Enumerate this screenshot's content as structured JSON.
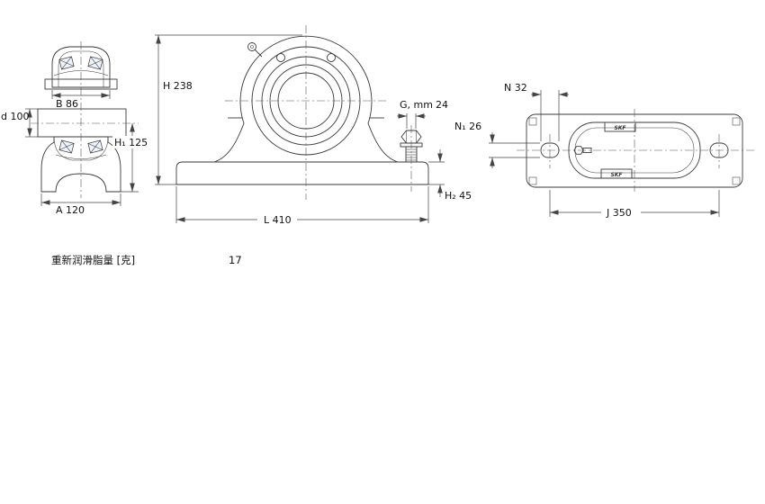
{
  "dimensions": {
    "B": "B 86",
    "d": "d 100",
    "H1": "H₁ 125",
    "A": "A 120",
    "H": "H 238",
    "G_label": "G, mm",
    "G_value": "24",
    "H2": "H₂ 45",
    "L": "L 410",
    "N": "N 32",
    "N1": "N₁ 26",
    "J": "J 350"
  },
  "notes": {
    "grease_label": "重新润滑脂量 [克]",
    "grease_value": "17"
  },
  "logo": "SKF",
  "colors": {
    "line": "#3a3a3a",
    "dimension": "#444444",
    "section_fill": "#c9d7ec",
    "shaft_fill": "#dfe8f5",
    "background": "#ffffff"
  }
}
